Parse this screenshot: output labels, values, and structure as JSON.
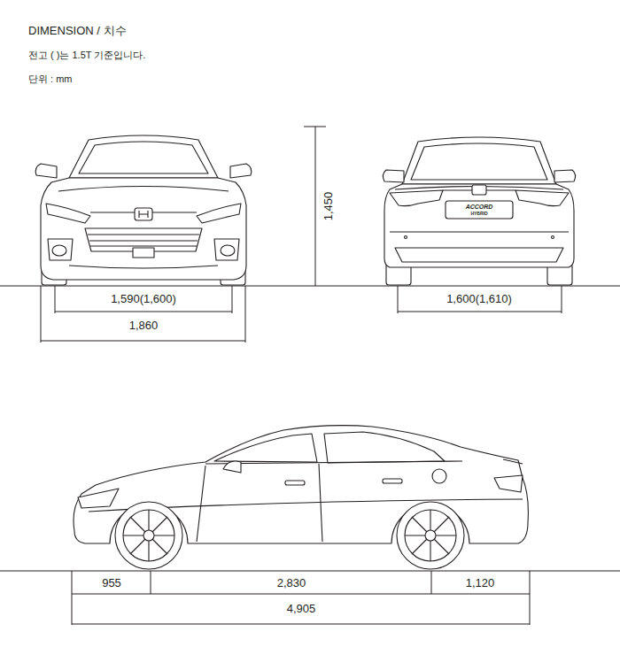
{
  "diagram": {
    "title": "DIMENSION / 치수",
    "labels": [
      "전고 ( )는 1.5T 기준입니다.",
      "단위 : mm",
      "1,450",
      "1,590(1,600)",
      "1,860",
      "1,600(1,610)",
      "955",
      "2,830",
      "1,120",
      "4,905",
      "ACCORD",
      "HYBRID"
    ]
  }
}
